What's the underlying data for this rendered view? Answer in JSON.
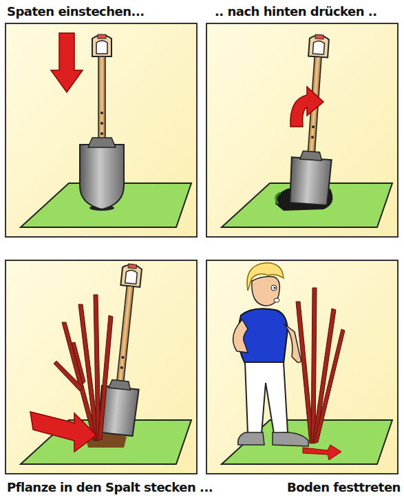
{
  "diagram": {
    "labels": [
      "Spaten einstechen...",
      ".. nach hinten drücken ..",
      "Pflanze in den Spalt stecken ...",
      "Boden festtreten"
    ]
  }
}
